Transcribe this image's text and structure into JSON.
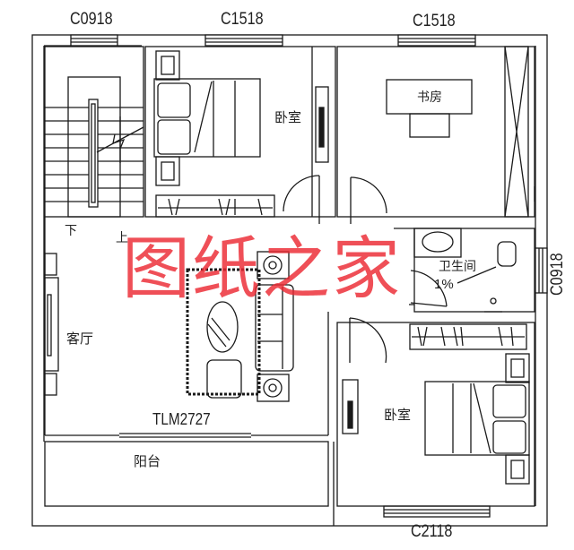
{
  "windows": {
    "top_left": "C0918",
    "top_middle": "C1518",
    "top_right": "C1518",
    "right_bathroom": "C0918",
    "bottom": "C2118",
    "sliding_door": "TLM2727"
  },
  "rooms": {
    "bedroom_north": "卧室",
    "study": "书房",
    "bathroom": "卫生间",
    "bathroom_slope": "1%",
    "living_room": "客厅",
    "bedroom_south": "卧室",
    "balcony": "阳台"
  },
  "stairs": {
    "down": "下",
    "up": "上"
  },
  "watermark": "图纸之家",
  "colors": {
    "line": "#1a1a1a",
    "watermark": "#eb2832",
    "background": "#ffffff"
  }
}
